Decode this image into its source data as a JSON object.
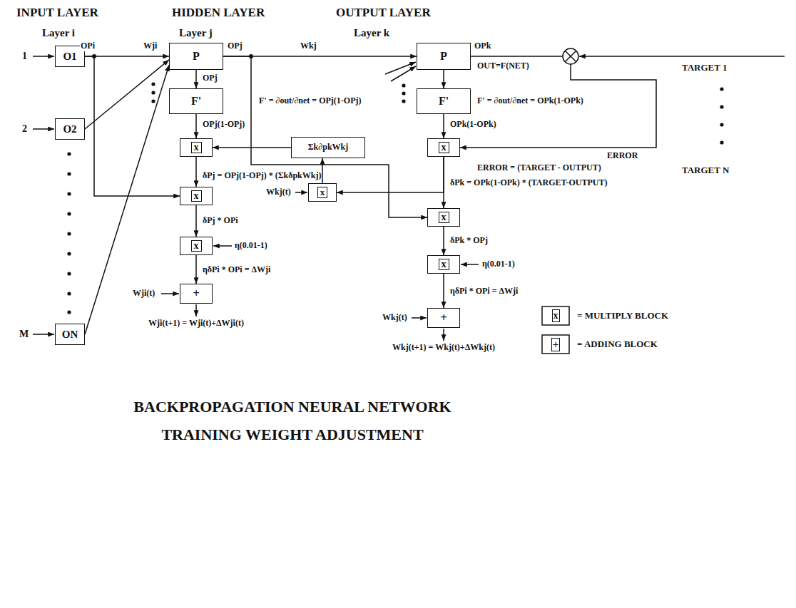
{
  "diagram": {
    "title": "BACKPROPAGATION NEURAL NETWORK TRAINING WEIGHT ADJUSTMENT",
    "nodes": [
      {
        "text": [
          "O1"
        ]
      },
      {
        "text": [
          "O2"
        ]
      },
      {
        "text": [
          "ON"
        ]
      },
      {
        "text": [
          "P"
        ]
      },
      {
        "text": [
          "F'"
        ]
      },
      {
        "text": [
          "x"
        ]
      },
      {
        "text": [
          "x"
        ]
      },
      {
        "text": [
          "x"
        ]
      },
      {
        "text": [
          "+"
        ]
      },
      {
        "text": [
          "P"
        ]
      },
      {
        "text": [
          "F'"
        ]
      },
      {
        "text": [
          "x"
        ]
      },
      {
        "text": [
          "Σk∂pkWkj"
        ]
      },
      {
        "text": [
          "x"
        ]
      },
      {
        "text": [
          "x"
        ]
      },
      {
        "text": [
          "x"
        ]
      },
      {
        "text": [
          "+"
        ]
      }
    ],
    "edges": [
      {
        "from": 0,
        "to": 3,
        "arrow": "to"
      },
      {
        "from": 1,
        "to": 3,
        "arrow": "to"
      },
      {
        "from": 2,
        "to": 3,
        "arrow": "to"
      },
      {
        "from": 0,
        "to": 6,
        "arrow": "to"
      },
      {
        "from": 3,
        "to": 4,
        "arrow": "to"
      },
      {
        "from": 4,
        "to": 5,
        "arrow": "to"
      },
      {
        "from": 5,
        "to": 6,
        "arrow": "to"
      },
      {
        "from": 6,
        "to": 7,
        "arrow": "to"
      },
      {
        "from": 7,
        "to": 8,
        "arrow": "to"
      },
      {
        "from": 3,
        "to": 9,
        "arrow": "to"
      },
      {
        "from": 3,
        "to": 14,
        "arrow": "to"
      },
      {
        "from": 9,
        "to": 10,
        "arrow": "to"
      },
      {
        "from": 10,
        "to": 11,
        "arrow": "to"
      },
      {
        "from": 11,
        "to": 13,
        "arrow": "to"
      },
      {
        "from": 11,
        "to": 14,
        "arrow": "to"
      },
      {
        "from": 13,
        "to": 12,
        "arrow": "to"
      },
      {
        "from": 12,
        "to": 5,
        "arrow": "to"
      },
      {
        "from": 14,
        "to": 15,
        "arrow": "to"
      },
      {
        "from": 15,
        "to": 16,
        "arrow": "to"
      },
      {
        "from": 9,
        "to": 11,
        "arrow": "to"
      }
    ],
    "labels": [
      "INPUT LAYER",
      "HIDDEN LAYER",
      "OUTPUT LAYER",
      "Layer i",
      "Layer j",
      "Layer k",
      "1",
      "2",
      "M",
      "OPi",
      "Wji",
      "OPj",
      "Wkj",
      "OPk",
      "OUT=F(NET)",
      "TARGET 1",
      "TARGET N",
      "OPj",
      "F' = ∂out/∂net = OPj(1-OPj)",
      "F' = ∂out/∂net = OPk(1-OPk)",
      "OPj(1-OPj)",
      "OPk(1-OPk)",
      "ERROR",
      "ERROR = (TARGET - OUTPUT)",
      "δPj = OPj(1-OPj) * (ΣkδpkWkj)",
      "Wkj(t)",
      "δPk = OPk(1-OPk) * (TARGET-OUTPUT)",
      "δPj * OPi",
      "η(0.01-1)",
      "δPk * OPj",
      "ηδPi * OPi = ΔWji",
      "η(0.01-1)",
      "Wji(t)",
      "ηδPi * OPi = ΔWji",
      "Wkj(t)",
      "Wji(t+1) = Wji(t)+ΔWji(t)",
      "Wkj(t+1) = Wkj(t)+ΔWkj(t)",
      "x",
      "+"
    ],
    "legend": [
      {
        "text": "= MULTIPLY BLOCK"
      },
      {
        "text": "= ADDING BLOCK"
      }
    ]
  }
}
